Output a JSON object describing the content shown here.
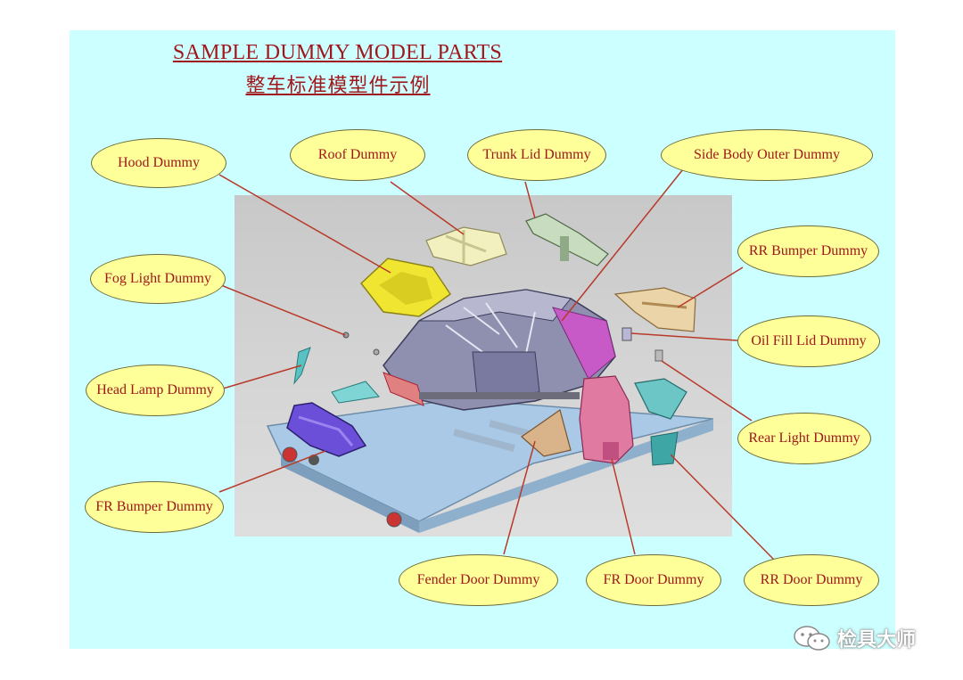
{
  "title": {
    "en": "SAMPLE DUMMY MODEL PARTS",
    "zh": "整车标准模型件示例"
  },
  "callouts": {
    "hood": "Hood Dummy",
    "roof": "Roof Dummy",
    "trunk_lid": "Trunk Lid Dummy",
    "side_body_outer": "Side Body Outer Dummy",
    "fog_light": "Fog Light Dummy",
    "rr_bumper": "RR Bumper Dummy",
    "oil_fill_lid": "Oil Fill Lid Dummy",
    "head_lamp": "Head Lamp Dummy",
    "rear_light": "Rear Light Dummy",
    "fr_bumper": "FR Bumper Dummy",
    "fender_door": "Fender Door Dummy",
    "fr_door": "FR Door Dummy",
    "rr_door": "RR Door Dummy"
  },
  "colors": {
    "background": "#ccffff",
    "callout_fill": "#ffff99",
    "text": "#a0181c",
    "leader_line": "#b83a2a"
  },
  "watermark": {
    "text": "检具大师",
    "icon": "wechat-icon"
  }
}
